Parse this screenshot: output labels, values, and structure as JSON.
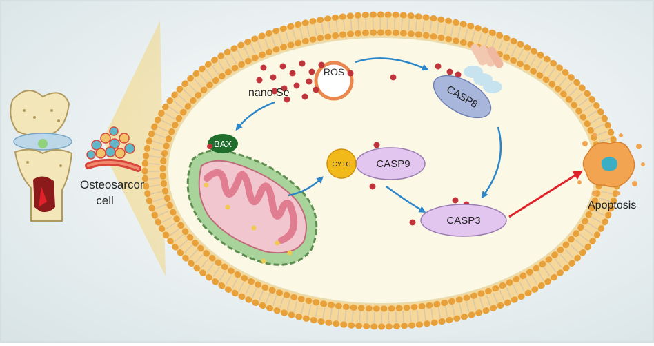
{
  "labels": {
    "ros": "ROS",
    "nano_se": "nano Se",
    "bax": "BAX",
    "cytc": "CYTC",
    "casp9": "CASP9",
    "casp8": "CASP8",
    "casp3": "CASP3",
    "osteosarcoma_line1": "Osteosarcoma",
    "osteosarcoma_line2": "cell",
    "apoptosis": "Apoptosis"
  },
  "colors": {
    "background": "#eef3f4",
    "membrane_head": "#e8a13a",
    "membrane_tail": "#c9b9a3",
    "cytoplasm": "#f7f3d9",
    "nanoparticle": "#c0343c",
    "arrow_blue": "#2a86c8",
    "arrow_red": "#e0212a",
    "ros_ring": "#e9874c",
    "casp_fill": "#e2c6ef",
    "casp8_fill": "#a9b6dc",
    "mito_outer": "#a8d39a",
    "mito_inner": "#f0a4b2",
    "bax_fill": "#1f6e2c",
    "cytc_fill": "#f2b91a",
    "highlight_beam": "#f5c542"
  }
}
